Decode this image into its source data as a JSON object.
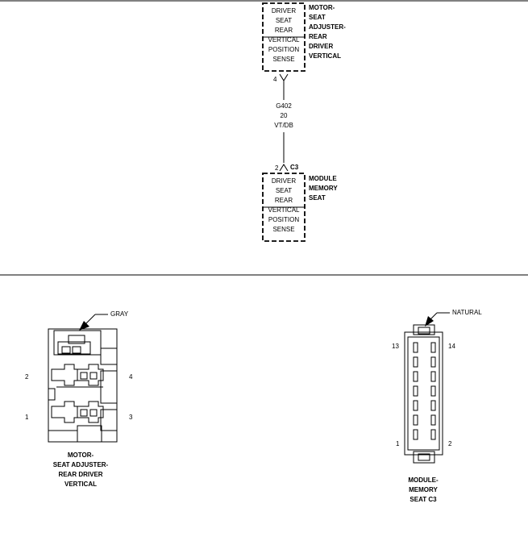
{
  "top_component": {
    "name_lines": [
      "MOTOR-",
      "SEAT",
      "ADJUSTER-",
      "REAR",
      "DRIVER",
      "VERTICAL"
    ],
    "pin_lines": [
      "DRIVER",
      "SEAT",
      "REAR",
      "VERTICAL",
      "POSITION",
      "SENSE"
    ],
    "pin_number": "4"
  },
  "wire": {
    "circuit": "G402",
    "gauge": "20",
    "color": "VT/DB"
  },
  "bottom_component": {
    "pin_number": "2",
    "connector": "C3",
    "name_lines": [
      "MODULE",
      "MEMORY",
      "SEAT"
    ],
    "pin_lines": [
      "DRIVER",
      "SEAT",
      "REAR",
      "VERTICAL",
      "POSITION",
      "SENSE"
    ]
  },
  "connector_left": {
    "color_label": "GRAY",
    "pins": {
      "p1": "1",
      "p2": "2",
      "p3": "3",
      "p4": "4"
    },
    "caption_lines": [
      "MOTOR-",
      "SEAT ADJUSTER-",
      "REAR DRIVER",
      "VERTICAL"
    ]
  },
  "connector_right": {
    "color_label": "NATURAL",
    "pins": {
      "p1": "1",
      "p2": "2",
      "p13": "13",
      "p14": "14"
    },
    "caption_lines": [
      "MODULE-",
      "MEMORY",
      "SEAT C3"
    ]
  }
}
